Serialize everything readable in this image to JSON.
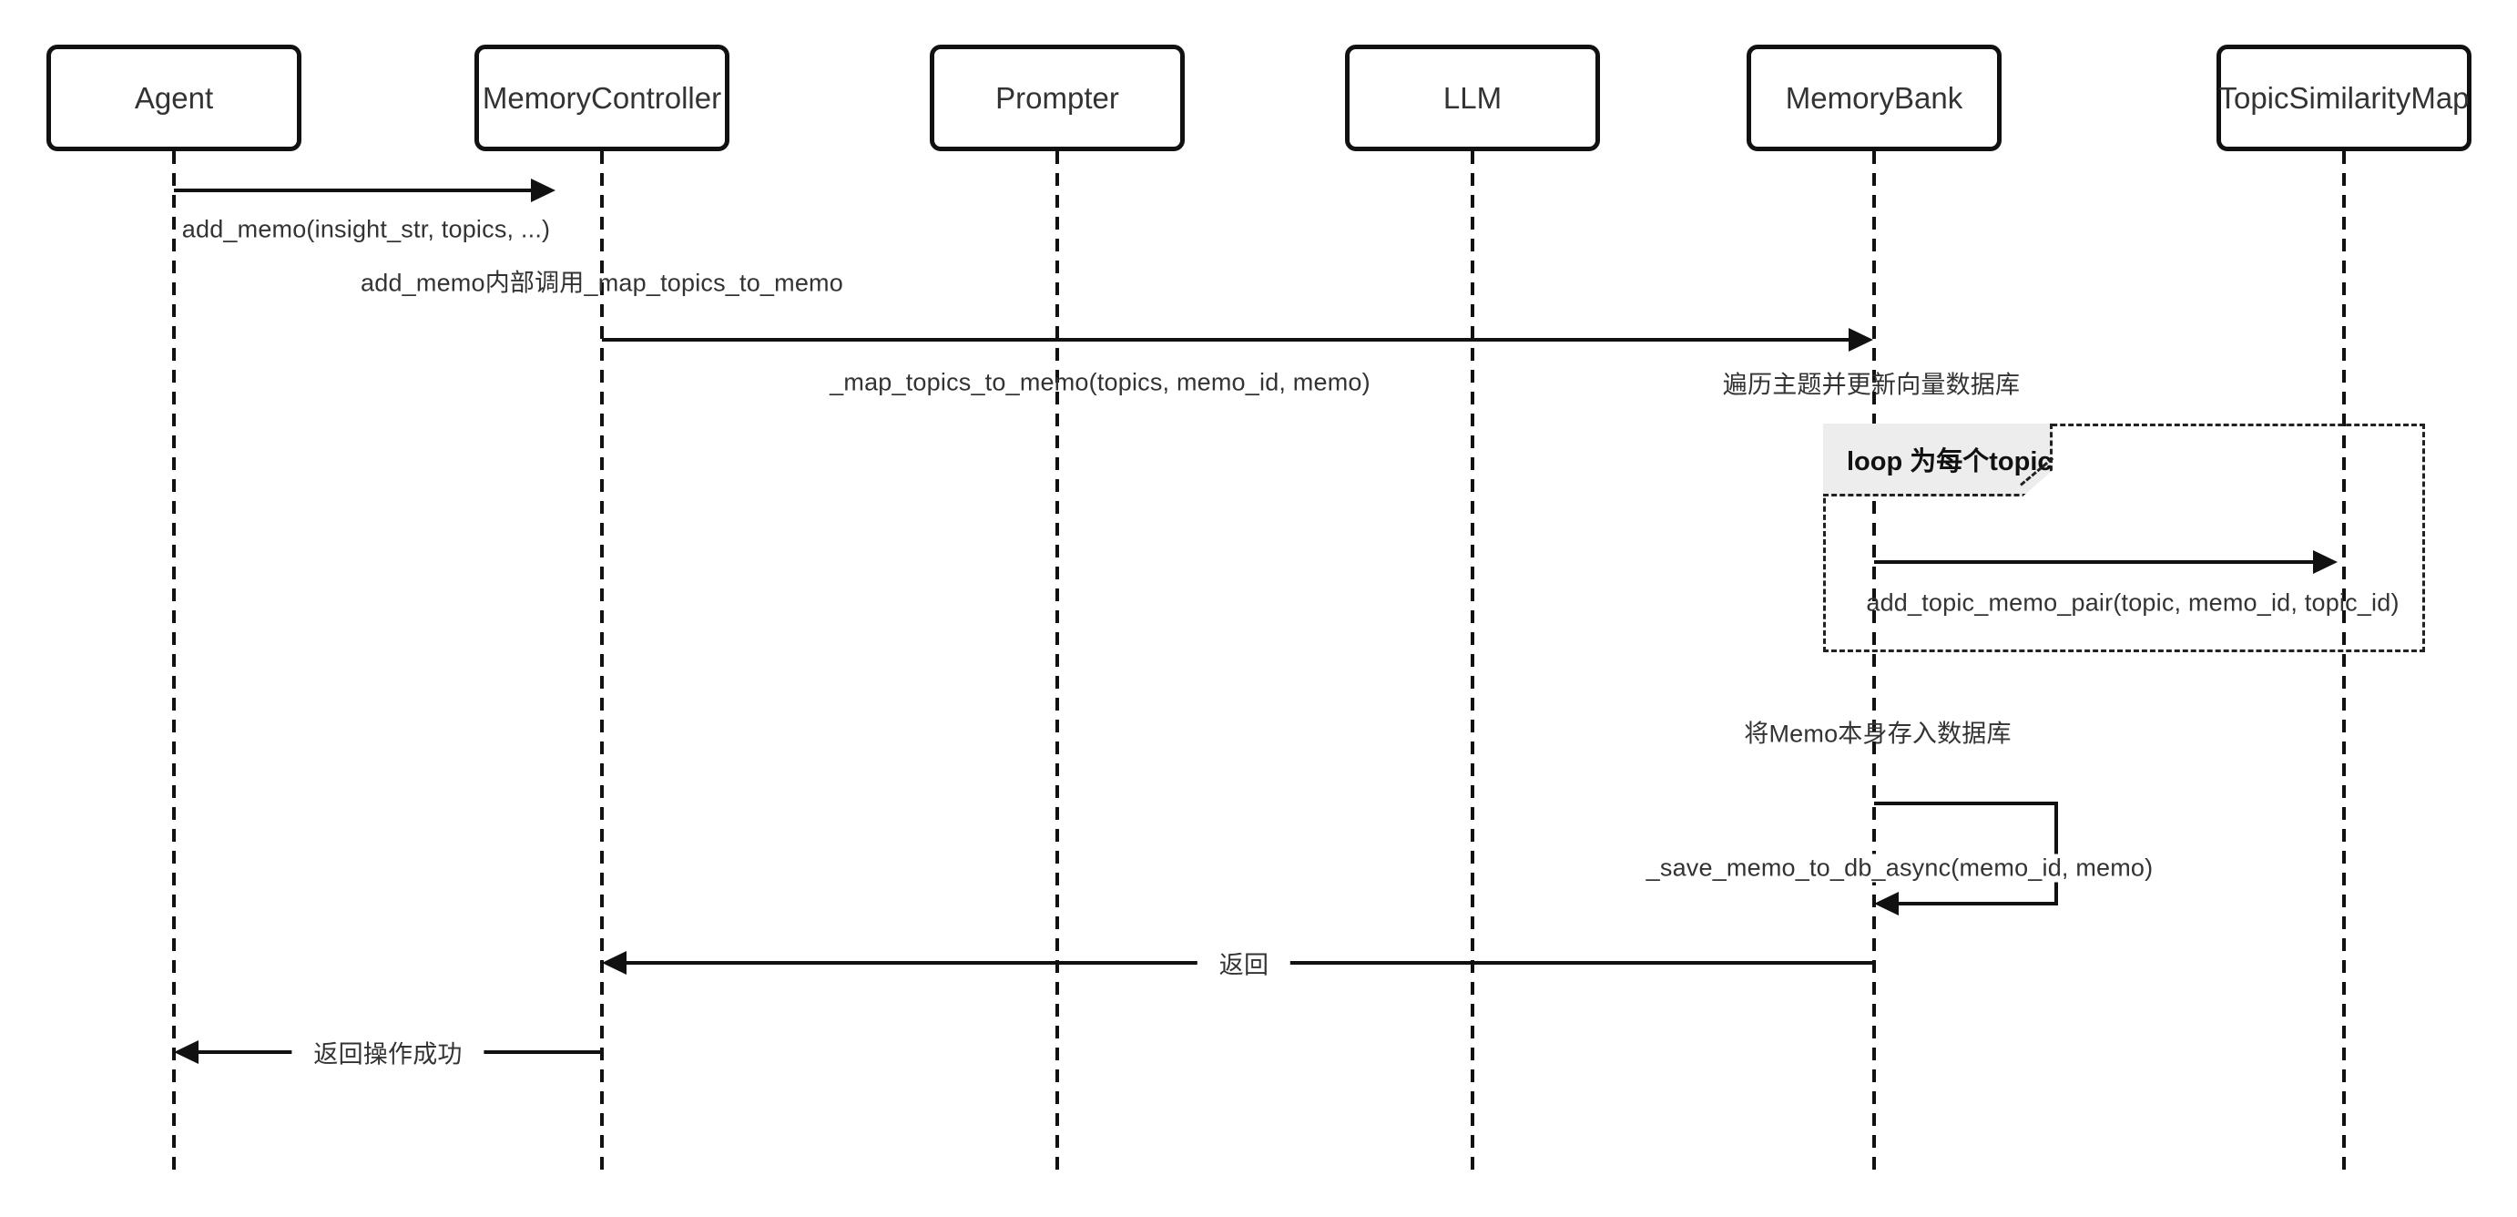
{
  "diagram": {
    "type": "sequence-diagram",
    "participants": [
      {
        "label": "Agent"
      },
      {
        "label": "MemoryController"
      },
      {
        "label": "Prompter"
      },
      {
        "label": "LLM"
      },
      {
        "label": "MemoryBank"
      },
      {
        "label": "TopicSimilarityMap"
      }
    ],
    "messages": [
      {
        "from": "Agent",
        "to": "MemoryController",
        "label": "add_memo(insight_str, topics, ...)"
      },
      {
        "from": "MemoryController",
        "to": "MemoryBank",
        "label": "_map_topics_to_memo(topics, memo_id, memo)"
      },
      {
        "from": "MemoryBank",
        "to": "TopicSimilarityMap",
        "label": "add_topic_memo_pair(topic, memo_id, topic_id)"
      },
      {
        "from": "MemoryBank",
        "to": "MemoryBank",
        "label": "_save_memo_to_db_async(memo_id, memo)"
      },
      {
        "from": "MemoryBank",
        "to": "MemoryController",
        "label": "返回"
      },
      {
        "from": "MemoryController",
        "to": "Agent",
        "label": "返回操作成功"
      }
    ],
    "notes": [
      {
        "over": "MemoryController",
        "label": "add_memo内部调用_map_topics_to_memo"
      },
      {
        "over": "MemoryBank",
        "label": "遍历主题并更新向量数据库"
      },
      {
        "over": "MemoryBank",
        "label": "将Memo本身存入数据库"
      }
    ],
    "loop": {
      "label": "loop 为每个topic"
    }
  },
  "colors": {
    "line": "#111111",
    "text": "#333333",
    "loop_tab_background": "#ededed",
    "background": "#ffffff"
  }
}
